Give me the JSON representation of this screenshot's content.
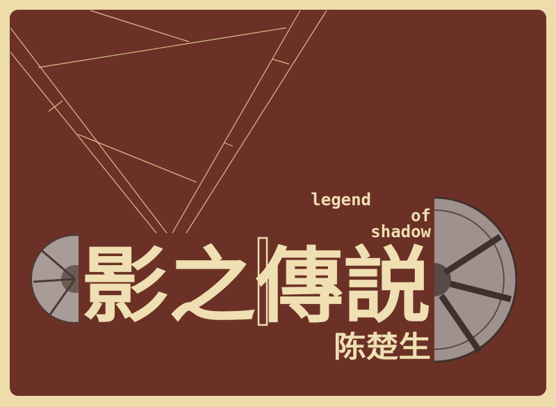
{
  "cover": {
    "title": "影之傳説",
    "subtitle": "legend of shadow",
    "subtitle_line1": "legend",
    "subtitle_line2": "of shadow",
    "artist": "陈楚生"
  },
  "colors": {
    "background": "#eedcab",
    "panel": "#6c3126",
    "lettering": "#efdfb2",
    "reel": "#a99b98"
  },
  "icons": [
    "film-reel-icon",
    "film-strip-icon",
    "projector-beam-lines"
  ]
}
